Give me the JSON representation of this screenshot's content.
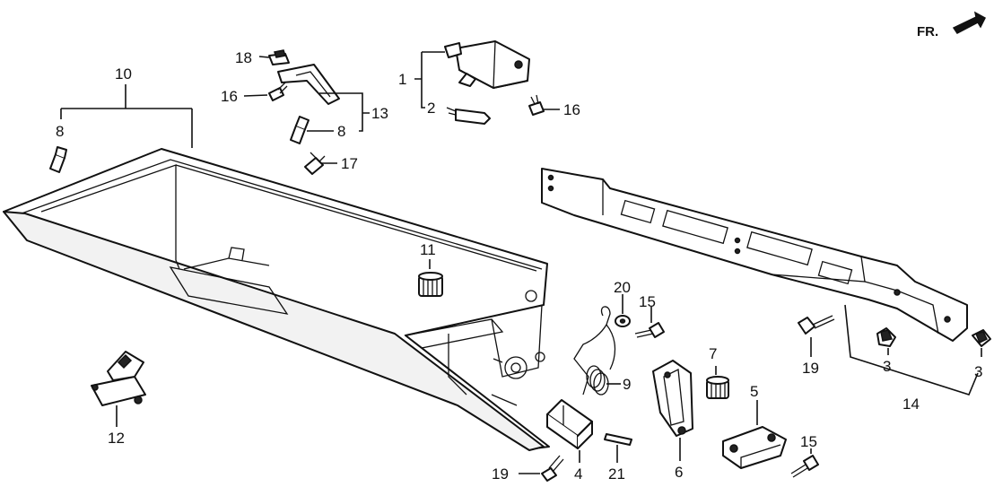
{
  "orientation": {
    "label": "FR."
  },
  "callouts": {
    "c1": "1",
    "c2": "2",
    "c3a": "3",
    "c3b": "3",
    "c4": "4",
    "c5": "5",
    "c6": "6",
    "c7": "7",
    "c8a": "8",
    "c8b": "8",
    "c9": "9",
    "c10": "10",
    "c11": "11",
    "c12": "12",
    "c13": "13",
    "c14": "14",
    "c15a": "15",
    "c15b": "15",
    "c16a": "16",
    "c16b": "16",
    "c17": "17",
    "c18": "18",
    "c19a": "19",
    "c19b": "19",
    "c20": "20",
    "c21": "21"
  },
  "icons": {
    "glove-box": "glove-box-icon",
    "lock-cylinder": "lock-cylinder-icon",
    "light-switch": "switch-icon",
    "bulb": "bulb-icon",
    "bracket": "bracket-icon",
    "frame": "frame-icon",
    "spring": "spring-icon",
    "screw": "screw-icon",
    "cushion": "cushion-icon",
    "latch": "latch-icon",
    "hinge": "hinge-icon",
    "clip": "clip-icon",
    "pin": "pin-icon",
    "washer": "washer-icon",
    "arrow": "arrow-right-icon"
  }
}
